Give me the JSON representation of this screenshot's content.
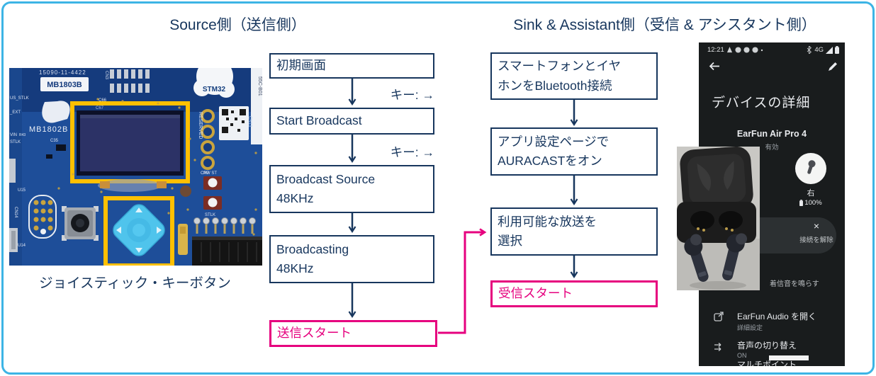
{
  "colors": {
    "navy": "#17365D",
    "accent_pink": "#E6007E",
    "frame_blue": "#3CB4E5",
    "highlight_yellow": "#FFC000",
    "pcb_blue": "#1E4E99",
    "joystick_blue": "#4FC4EC"
  },
  "titles": {
    "source": "Source側（送信側）",
    "sink": "Sink & Assistant側（受信 & アシスタント側）"
  },
  "board": {
    "caption": "ジョイスティック・キーボタン",
    "labels": {
      "serial": "15090-11-4422",
      "model": "MB1803B",
      "model2": "MB1802B",
      "chip": "STM32",
      "code": "55C-B01",
      "reserved": "RESERVED",
      "pw_st": "PW ST",
      "stlk": "STLK",
      "cn3": "CN3",
      "cn7": "CN7",
      "cn13": "CN13",
      "cn14": "CN14",
      "us_stlk": "US_STLK",
      "ext": "_EXT",
      "vin": "VIN",
      "r43": "R43",
      "c35": "C35",
      "c66": "C66",
      "c67": "C67",
      "u15": "U15",
      "u14": "U14"
    }
  },
  "source_flow": {
    "key_label": "キー: →",
    "boxes": [
      {
        "line1": "初期画面"
      },
      {
        "line1": "Start Broadcast"
      },
      {
        "line1": "Broadcast Source",
        "line2": "48KHz"
      },
      {
        "line1": "Broadcasting",
        "line2": "48KHz"
      },
      {
        "line1": "送信スタート"
      }
    ]
  },
  "sink_flow": {
    "boxes": [
      {
        "line1": "スマートフォンとイヤ",
        "line2": "ホンをBluetooth接続"
      },
      {
        "line1": "アプリ設定ページで",
        "line2": "AURACASTをオン"
      },
      {
        "line1": "利用可能な放送を",
        "line2": "選択"
      },
      {
        "line1": "受信スタート"
      }
    ]
  },
  "phone": {
    "status": {
      "time": "12:21",
      "network": "4G"
    },
    "title": "デバイスの詳細",
    "device_name": "EarFun Air Pro 4",
    "device_state": "有効",
    "bud_side": "右",
    "battery": "100%",
    "disconnect_icon": "×",
    "disconnect_label": "接続を解除",
    "ring_label": "着信音を鳴らす",
    "items": [
      {
        "title": "EarFun Audio を開く",
        "subtitle": "詳細設定"
      },
      {
        "title": "音声の切り替え",
        "subtitle": "ON"
      },
      {
        "title": "マルチポイント",
        "subtitle": ""
      }
    ]
  }
}
